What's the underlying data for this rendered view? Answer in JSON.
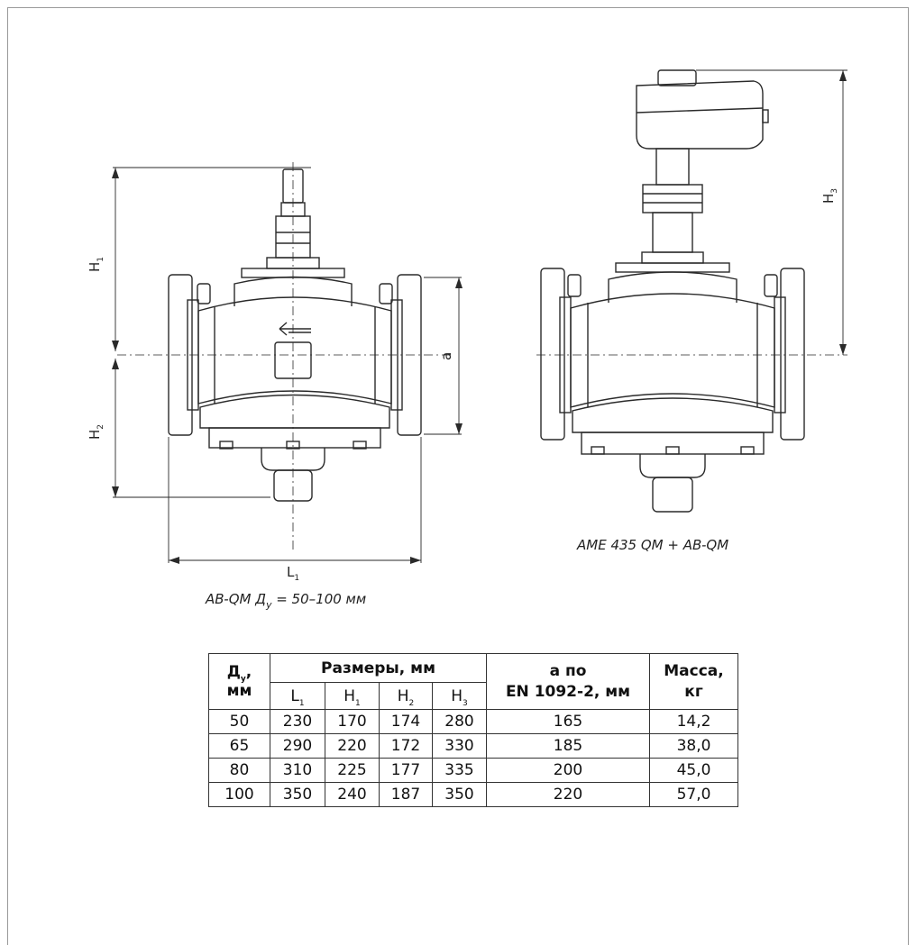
{
  "drawing_left": {
    "caption_prefix": "AB-QM Д",
    "caption_sub": "у",
    "caption_suffix": " = 50–100 мм",
    "dim_h1": "H",
    "dim_h1_sub": "1",
    "dim_h2": "H",
    "dim_h2_sub": "2",
    "dim_l1": "L",
    "dim_l1_sub": "1",
    "dim_a": "a"
  },
  "drawing_right": {
    "caption": "AME 435 QM + AB-QM",
    "dim_h3": "H",
    "dim_h3_sub": "3"
  },
  "table": {
    "head": {
      "dn": "Д",
      "dn_sub": "у",
      "dn_comma": ",",
      "dn_unit": "мм",
      "dims_group": "Размеры, мм",
      "a_line1": "a по",
      "a_line2": "EN 1092-2, мм",
      "mass_line1": "Масса,",
      "mass_line2": "кг",
      "cols": [
        {
          "l": "L",
          "s": "1"
        },
        {
          "l": "H",
          "s": "1"
        },
        {
          "l": "H",
          "s": "2"
        },
        {
          "l": "H",
          "s": "3"
        }
      ]
    },
    "rows": [
      [
        "50",
        "230",
        "170",
        "174",
        "280",
        "165",
        "14,2"
      ],
      [
        "65",
        "290",
        "220",
        "172",
        "330",
        "185",
        "38,0"
      ],
      [
        "80",
        "310",
        "225",
        "177",
        "335",
        "200",
        "45,0"
      ],
      [
        "100",
        "350",
        "240",
        "187",
        "350",
        "220",
        "57,0"
      ]
    ]
  }
}
